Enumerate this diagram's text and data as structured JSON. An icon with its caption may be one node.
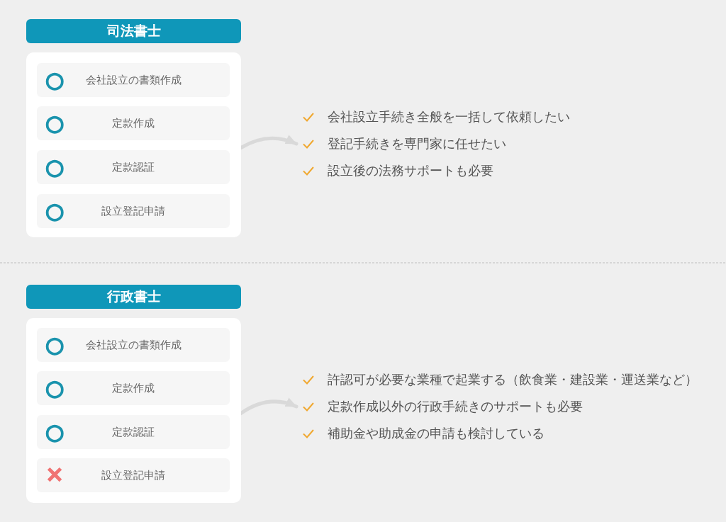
{
  "diagram": {
    "nodes": [
      {
        "text": [
          "司法書士"
        ]
      },
      {
        "text": [],
        "shape": "box"
      },
      {
        "text": [
          "○",
          "会社設立の書類作成"
        ],
        "in": 1
      },
      {
        "text": [
          "○",
          "定款作成"
        ],
        "in": 1
      },
      {
        "text": [
          "○",
          "定款認証"
        ],
        "in": 1
      },
      {
        "text": [
          "○",
          "設立登記申請"
        ],
        "in": 1
      },
      {
        "text": [
          "会社設立手続き全般を一括して依頼したい",
          "登記手続きを専門家に任せたい",
          "設立後の法務サポートも必要"
        ]
      },
      {
        "text": [
          "行政書士"
        ]
      },
      {
        "text": [],
        "shape": "box"
      },
      {
        "text": [
          "○",
          "会社設立の書類作成"
        ],
        "in": 8
      },
      {
        "text": [
          "○",
          "定款作成"
        ],
        "in": 8
      },
      {
        "text": [
          "○",
          "定款認証"
        ],
        "in": 8
      },
      {
        "text": [
          "✕",
          "設立登記申請"
        ],
        "in": 8
      },
      {
        "text": [
          "許認可が必要な業種で起業する（飲食業・建設業・運送業など）",
          "定款作成以外の行政手続きのサポートも必要",
          "補助金や助成金の申請も検討している"
        ]
      }
    ],
    "edges": [
      {
        "from": 1,
        "to": 6,
        "arrow": "to"
      },
      {
        "from": 8,
        "to": 13,
        "arrow": "to"
      }
    ]
  }
}
